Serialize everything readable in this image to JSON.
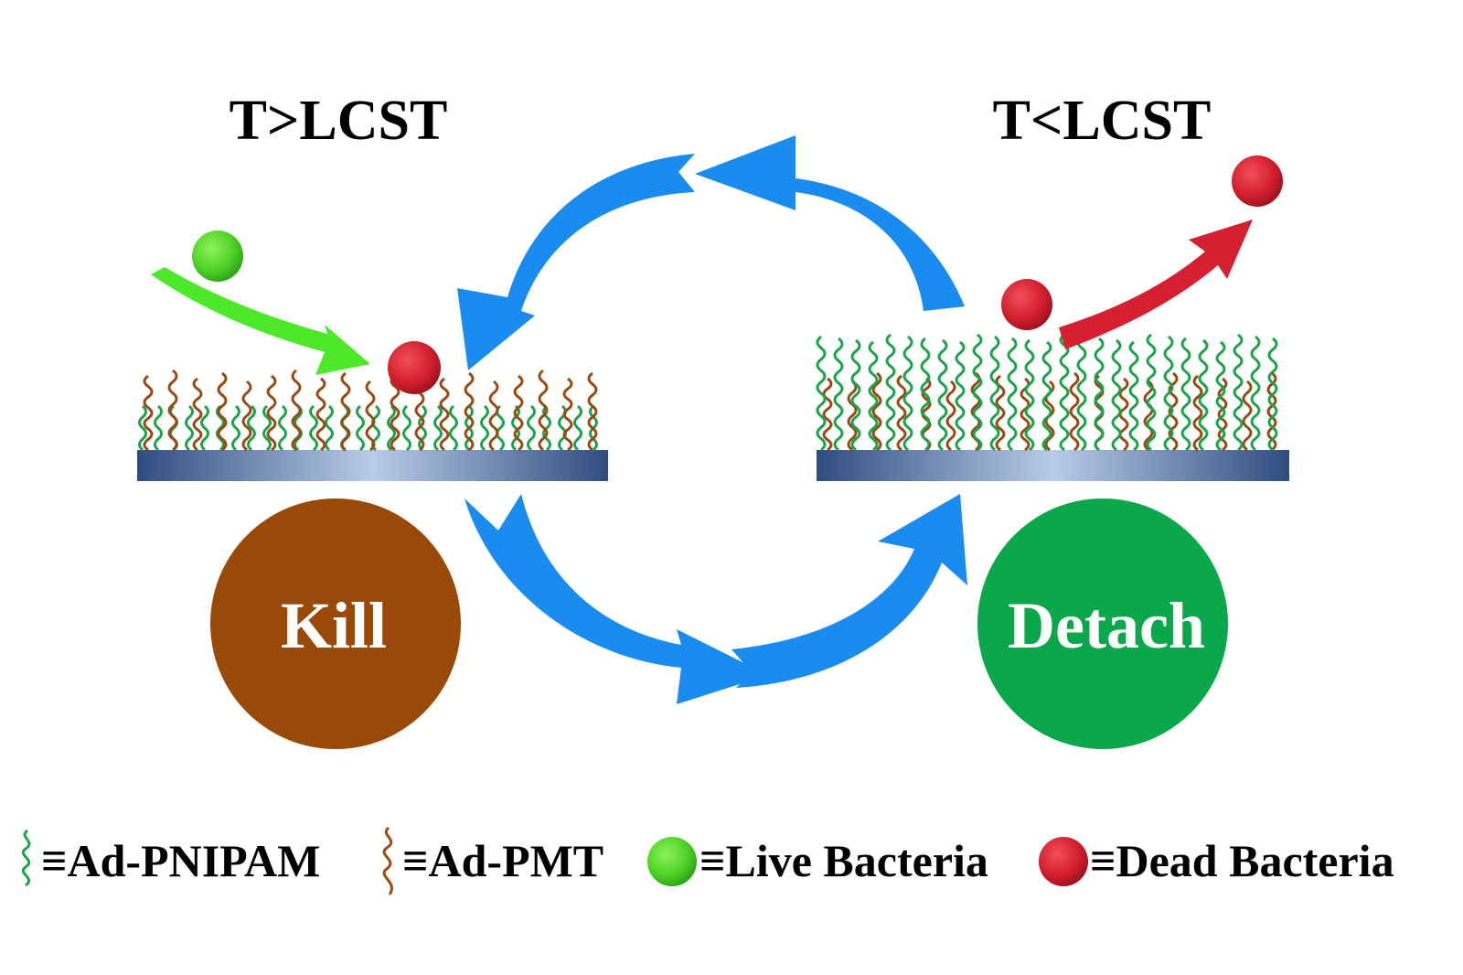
{
  "left_panel": {
    "condition": "T>LCST",
    "action": "Kill",
    "action_color": "#9a4a08"
  },
  "right_panel": {
    "condition": "T<LCST",
    "action": "Detach",
    "action_color": "#0aa84a"
  },
  "legend": [
    {
      "icon": "green-chain-icon",
      "symbol": "≡",
      "label": "Ad-PNIPAM"
    },
    {
      "icon": "brown-chain-icon",
      "symbol": "≡",
      "label": "Ad-PMT"
    },
    {
      "icon": "green-sphere-icon",
      "symbol": "≡",
      "label": "Live Bacteria"
    },
    {
      "icon": "red-sphere-icon",
      "symbol": "≡",
      "label": "Dead Bacteria"
    }
  ],
  "colors": {
    "cycle_arrow": "#1a8cf0",
    "live_arrow": "#4de82a",
    "dead_arrow": "#d42030",
    "pnipam_chain": "#1aa34a",
    "pmt_chain": "#9a4a10",
    "live_bacteria": "#55d62a",
    "dead_bacteria": "#d4202e",
    "substrate_dark": "#2f4d80",
    "substrate_light": "#b8cce6"
  }
}
